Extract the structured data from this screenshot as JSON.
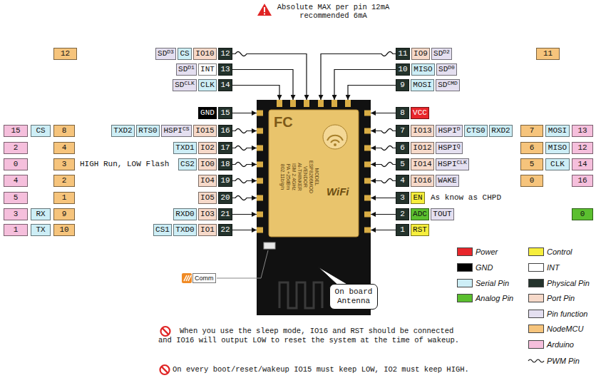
{
  "diagram": {
    "nodes": [
      {
        "text": [
          "12"
        ]
      },
      {
        "text": [
          "SD",
          "D3"
        ]
      },
      {
        "text": [
          "CS"
        ]
      },
      {
        "text": [
          "IO10"
        ]
      },
      {
        "text": [
          "12"
        ]
      },
      {
        "text": [
          "11"
        ]
      },
      {
        "text": [
          "IO9"
        ]
      },
      {
        "text": [
          "SD",
          "D2"
        ]
      },
      {
        "text": [
          "11"
        ]
      },
      {
        "text": [
          "SD",
          "D1"
        ]
      },
      {
        "text": [
          "INT"
        ]
      },
      {
        "text": [
          "13"
        ]
      },
      {
        "text": [
          "10"
        ]
      },
      {
        "text": [
          "MISO"
        ]
      },
      {
        "text": [
          "SD",
          "D0"
        ]
      },
      {
        "text": [
          "SD",
          "CLK"
        ]
      },
      {
        "text": [
          "CLK"
        ]
      },
      {
        "text": [
          "14"
        ]
      },
      {
        "text": [
          "9"
        ]
      },
      {
        "text": [
          "MOSI"
        ]
      },
      {
        "text": [
          "SD",
          "CMD"
        ]
      },
      {
        "text": [
          "FC",
          "MODEL",
          "ESP8266MOD",
          "VENDOR",
          "AI-THINKER",
          "ISM 2.4GHz",
          "PA +25dBm",
          "802.11b/g/n",
          "WiFi"
        ]
      },
      {
        "text": [
          "GND"
        ]
      },
      {
        "text": [
          "15"
        ]
      },
      {
        "text": [
          "8"
        ]
      },
      {
        "text": [
          "VCC"
        ]
      },
      {
        "text": [
          "15"
        ]
      },
      {
        "text": [
          "CS"
        ]
      },
      {
        "text": [
          "8"
        ]
      },
      {
        "text": [
          "TXD2"
        ]
      },
      {
        "text": [
          "RTS0"
        ]
      },
      {
        "text": [
          "HSPI",
          "CS"
        ]
      },
      {
        "text": [
          "IO15"
        ]
      },
      {
        "text": [
          "16"
        ]
      },
      {
        "text": [
          "7"
        ]
      },
      {
        "text": [
          "IO13"
        ]
      },
      {
        "text": [
          "HSPI",
          "D"
        ]
      },
      {
        "text": [
          "CTS0"
        ]
      },
      {
        "text": [
          "RXD2"
        ]
      },
      {
        "text": [
          "7"
        ]
      },
      {
        "text": [
          "MOSI"
        ]
      },
      {
        "text": [
          "13"
        ]
      },
      {
        "text": [
          "2"
        ]
      },
      {
        "text": [
          "4"
        ]
      },
      {
        "text": [
          "TXD1"
        ]
      },
      {
        "text": [
          "IO2"
        ]
      },
      {
        "text": [
          "17"
        ]
      },
      {
        "text": [
          "6"
        ]
      },
      {
        "text": [
          "IO12"
        ]
      },
      {
        "text": [
          "HSPI",
          "Q"
        ]
      },
      {
        "text": [
          "6"
        ]
      },
      {
        "text": [
          "MISO"
        ]
      },
      {
        "text": [
          "12"
        ]
      },
      {
        "text": [
          "0"
        ]
      },
      {
        "text": [
          "3"
        ]
      },
      {
        "text": [
          "CS2"
        ]
      },
      {
        "text": [
          "IO0"
        ]
      },
      {
        "text": [
          "18"
        ]
      },
      {
        "text": [
          "5"
        ]
      },
      {
        "text": [
          "IO14"
        ]
      },
      {
        "text": [
          "HSPI",
          "CLK"
        ]
      },
      {
        "text": [
          "5"
        ]
      },
      {
        "text": [
          "CLK"
        ]
      },
      {
        "text": [
          "14"
        ]
      },
      {
        "text": [
          "4"
        ]
      },
      {
        "text": [
          "2"
        ]
      },
      {
        "text": [
          "IO4"
        ]
      },
      {
        "text": [
          "19"
        ]
      },
      {
        "text": [
          "4"
        ]
      },
      {
        "text": [
          "IO16"
        ]
      },
      {
        "text": [
          "WAKE"
        ]
      },
      {
        "text": [
          "0"
        ]
      },
      {
        "text": [
          "16"
        ]
      },
      {
        "text": [
          "5"
        ]
      },
      {
        "text": [
          "1"
        ]
      },
      {
        "text": [
          "IO5"
        ]
      },
      {
        "text": [
          "20"
        ]
      },
      {
        "text": [
          "3"
        ]
      },
      {
        "text": [
          "EN"
        ]
      },
      {
        "text": [
          "3"
        ]
      },
      {
        "text": [
          "RX"
        ]
      },
      {
        "text": [
          "9"
        ]
      },
      {
        "text": [
          "RXD0"
        ]
      },
      {
        "text": [
          "IO3"
        ]
      },
      {
        "text": [
          "21"
        ]
      },
      {
        "text": [
          "2"
        ]
      },
      {
        "text": [
          "ADC"
        ]
      },
      {
        "text": [
          "TOUT"
        ]
      },
      {
        "text": [
          "0"
        ]
      },
      {
        "text": [
          "1"
        ]
      },
      {
        "text": [
          "TX"
        ]
      },
      {
        "text": [
          "10"
        ]
      },
      {
        "text": [
          "CS1"
        ]
      },
      {
        "text": [
          "TXD0"
        ]
      },
      {
        "text": [
          "IO1"
        ]
      },
      {
        "text": [
          "22"
        ]
      },
      {
        "text": [
          "1"
        ]
      },
      {
        "text": [
          "RST"
        ]
      },
      {
        "text": [
          "Comm"
        ]
      },
      {
        "text": [
          "On board Antenna"
        ]
      }
    ],
    "edges": [
      {
        "from": 4,
        "to": 21,
        "arrow": "to"
      },
      {
        "from": 11,
        "to": 21,
        "arrow": "to"
      },
      {
        "from": 17,
        "to": 21,
        "arrow": "to"
      },
      {
        "from": 5,
        "to": 21,
        "arrow": "to"
      },
      {
        "from": 12,
        "to": 21,
        "arrow": "to"
      },
      {
        "from": 18,
        "to": 21,
        "arrow": "to"
      },
      {
        "from": 23,
        "to": 21,
        "arrow": "to"
      },
      {
        "from": 24,
        "to": 21,
        "arrow": "to"
      },
      {
        "from": 33,
        "to": 21,
        "arrow": "to"
      },
      {
        "from": 34,
        "to": 21,
        "arrow": "to"
      },
      {
        "from": 46,
        "to": 21,
        "arrow": "to"
      },
      {
        "from": 47,
        "to": 21,
        "arrow": "to"
      },
      {
        "from": 57,
        "to": 21,
        "arrow": "to"
      },
      {
        "from": 58,
        "to": 21,
        "arrow": "to"
      },
      {
        "from": 67,
        "to": 21,
        "arrow": "to"
      },
      {
        "from": 68,
        "to": 21,
        "arrow": "to"
      },
      {
        "from": 76,
        "to": 21,
        "arrow": "to"
      },
      {
        "from": 77,
        "to": 21,
        "arrow": "to"
      },
      {
        "from": 84,
        "to": 21,
        "arrow": "to"
      },
      {
        "from": 85,
        "to": 21,
        "arrow": "to"
      },
      {
        "from": 95,
        "to": 21,
        "arrow": "to"
      },
      {
        "from": 96,
        "to": 21,
        "arrow": "to"
      }
    ],
    "labels": [
      "Absolute MAX per pin 12mA recommended 6mA",
      "HIGH Run, LOW Flash",
      "As know as CHPD",
      "When you use the sleep mode, IO16 and RST should be connected and IO16 will output LOW to reset the system at the time of wakeup.",
      "On every boot/reset/wakeup IO15 must keep LOW, IO2 must keep HIGH."
    ],
    "legend": [
      {
        "text": "Power",
        "color": "#e8262b"
      },
      {
        "text": "Control",
        "color": "#f6ee3c"
      },
      {
        "text": "GND",
        "color": "#000000"
      },
      {
        "text": "INT",
        "color": "#ffffff"
      },
      {
        "text": "Serial Pin",
        "color": "#cdeef6"
      },
      {
        "text": "Physical Pin",
        "color": "#24332c"
      },
      {
        "text": "Analog Pin",
        "color": "#5bbf2f"
      },
      {
        "text": "Port Pin",
        "color": "#f6d9c9"
      },
      {
        "text": "Pin function",
        "color": "#e4dff0"
      },
      {
        "text": "NodeMCU",
        "color": "#f6c47c"
      },
      {
        "text": "Arduino",
        "color": "#f5bfdc"
      },
      {
        "text": "PWM Pin"
      }
    ]
  }
}
